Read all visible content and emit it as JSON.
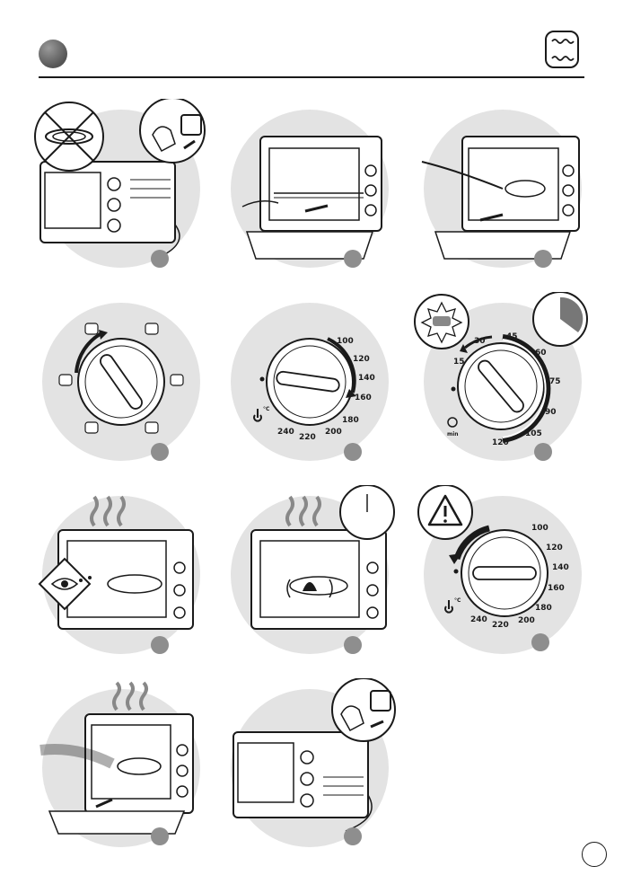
{
  "header": {
    "icon": "top-bottom-heat-icon"
  },
  "footer": {
    "page_number": ""
  },
  "steps": [
    {
      "id": 1,
      "icon": "oven-unplugged-icon"
    },
    {
      "id": 2,
      "icon": "insert-rack-icon"
    },
    {
      "id": 3,
      "icon": "insert-dish-icon"
    },
    {
      "id": 4,
      "icon": "function-dial-icon"
    },
    {
      "id": 5,
      "icon": "thermostat-dial-icon"
    },
    {
      "id": 6,
      "icon": "timer-dial-icon"
    },
    {
      "id": 7,
      "icon": "preheat-lamp-icon"
    },
    {
      "id": 8,
      "icon": "cooking-rotisserie-icon"
    },
    {
      "id": 9,
      "icon": "thermostat-off-warning-icon"
    },
    {
      "id": 10,
      "icon": "remove-dish-icon"
    },
    {
      "id": 11,
      "icon": "unplug-oven-icon"
    }
  ],
  "thermostat": {
    "labels": [
      "100",
      "120",
      "140",
      "160",
      "180",
      "200",
      "220",
      "240"
    ],
    "unit": "°C"
  },
  "timer": {
    "labels": [
      "15",
      "30",
      "45",
      "60",
      "75",
      "90",
      "105",
      "120"
    ],
    "unit": "min"
  }
}
